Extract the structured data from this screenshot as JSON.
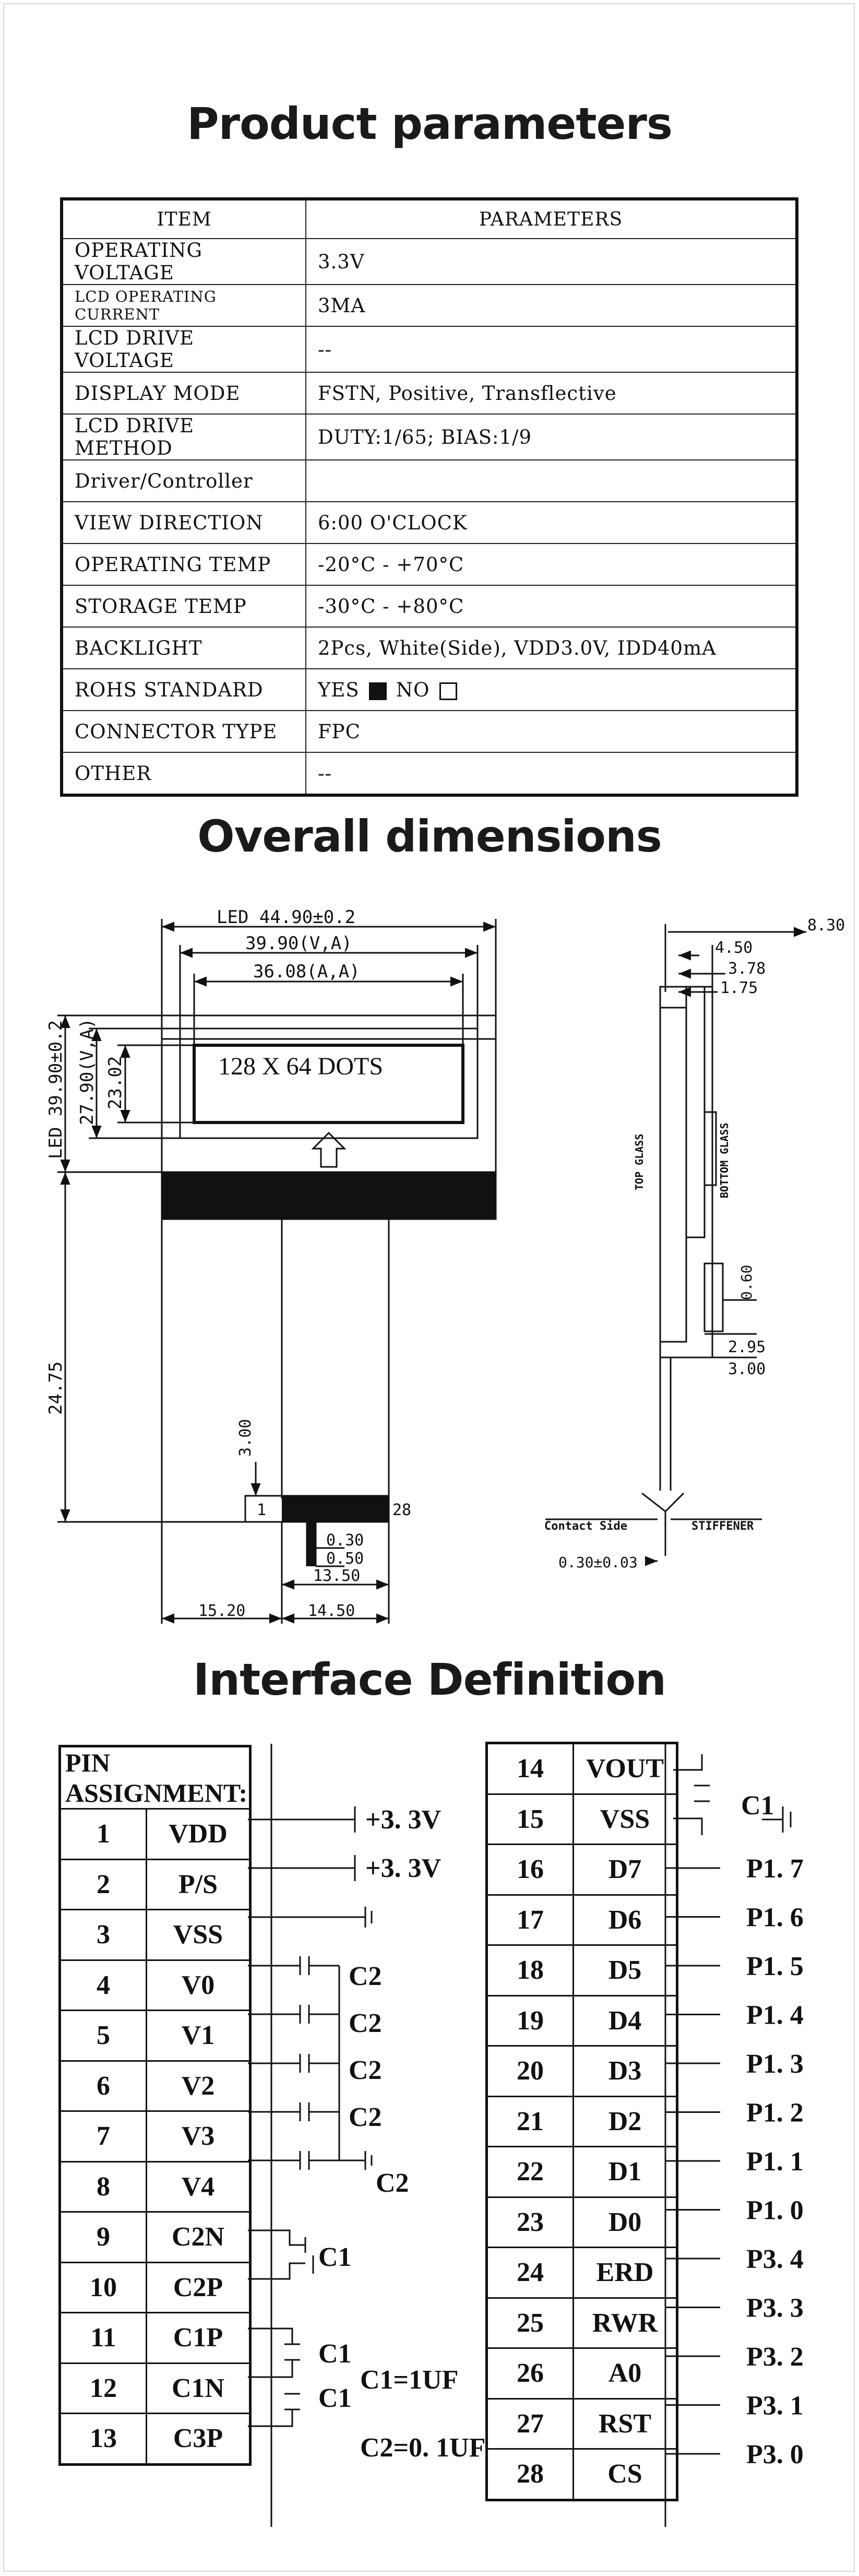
{
  "titles": {
    "params": "Product parameters",
    "dimensions": "Overall dimensions",
    "interface": "Interface Definition"
  },
  "params": {
    "header": [
      "ITEM",
      "PARAMETERS"
    ],
    "rows": [
      {
        "k": "OPERATING VOLTAGE",
        "v": "3.3V"
      },
      {
        "k": "LCD OPERATING CURRENT",
        "v": "3MA"
      },
      {
        "k": "LCD DRIVE VOLTAGE",
        "v": "--"
      },
      {
        "k": "DISPLAY MODE",
        "v": "FSTN, Positive, Transflective"
      },
      {
        "k": "LCD DRIVE METHOD",
        "v": "DUTY:1/65; BIAS:1/9"
      },
      {
        "k": "Driver/Controller",
        "v": ""
      },
      {
        "k": "VIEW DIRECTION",
        "v": "6:00 O'CLOCK"
      },
      {
        "k": "OPERATING TEMP",
        "v": "-20°C - +70°C"
      },
      {
        "k": "STORAGE TEMP",
        "v": "-30°C - +80°C"
      },
      {
        "k": "BACKLIGHT",
        "v": "2Pcs, White(Side), VDD3.0V, IDD40mA"
      },
      {
        "k": "ROHS STANDARD",
        "v": ""
      },
      {
        "k": "CONNECTOR TYPE",
        "v": "FPC"
      },
      {
        "k": "OTHER",
        "v": "--"
      }
    ],
    "rohs": {
      "yes": "YES",
      "no": "NO",
      "selected": "YES"
    }
  },
  "drawing": {
    "led_width": "LED 44.90±0.2",
    "va_width": "39.90(V,A)",
    "aa_width": "36.08(A,A)",
    "led_height": "LED 39.90±0.2",
    "va_height": "27.90(V,A)",
    "aa_height": "23.02",
    "tail": "24.75",
    "screen_text": "128 X 64 DOTS",
    "pin_first": "1",
    "pin_last": "28",
    "tail_3": "3.00",
    "pitch": "0.30",
    "pad": "0.50",
    "tail_w": "13.50",
    "left_off": "15.20",
    "fpc_w": "14.50",
    "side_830": "8.30",
    "side_450": "4.50",
    "side_378": "3.78",
    "side_175": "1.75",
    "side_060": "0.60",
    "side_295": "2.95",
    "side_300": "3.00",
    "top_glass": "TOP GLASS",
    "bottom_glass": "BOTTOM GLASS",
    "contact_side": "Contact Side",
    "stiffener": "STIFFENER",
    "thickness": "0.30±0.03"
  },
  "pins_left": {
    "header": "PIN ASSIGNMENT:",
    "rows": [
      {
        "n": "1",
        "s": "VDD"
      },
      {
        "n": "2",
        "s": "P/S"
      },
      {
        "n": "3",
        "s": "VSS"
      },
      {
        "n": "4",
        "s": "V0"
      },
      {
        "n": "5",
        "s": "V1"
      },
      {
        "n": "6",
        "s": "V2"
      },
      {
        "n": "7",
        "s": "V3"
      },
      {
        "n": "8",
        "s": "V4"
      },
      {
        "n": "9",
        "s": "C2N"
      },
      {
        "n": "10",
        "s": "C2P"
      },
      {
        "n": "11",
        "s": "C1P"
      },
      {
        "n": "12",
        "s": "C1N"
      },
      {
        "n": "13",
        "s": "C3P"
      }
    ]
  },
  "pins_right": {
    "rows": [
      {
        "n": "14",
        "s": "VOUT"
      },
      {
        "n": "15",
        "s": "VSS"
      },
      {
        "n": "16",
        "s": "D7"
      },
      {
        "n": "17",
        "s": "D6"
      },
      {
        "n": "18",
        "s": "D5"
      },
      {
        "n": "19",
        "s": "D4"
      },
      {
        "n": "20",
        "s": "D3"
      },
      {
        "n": "21",
        "s": "D2"
      },
      {
        "n": "22",
        "s": "D1"
      },
      {
        "n": "23",
        "s": "D0"
      },
      {
        "n": "24",
        "s": "ERD"
      },
      {
        "n": "25",
        "s": "RWR"
      },
      {
        "n": "26",
        "s": "A0"
      },
      {
        "n": "27",
        "s": "RST"
      },
      {
        "n": "28",
        "s": "CS"
      }
    ]
  },
  "circuit": {
    "vdd": "+3. 3V",
    "ps": "+3. 3V",
    "c2": "C2",
    "c1": "C1",
    "c1_value": "C1=1UF",
    "c2_value": "C2=0. 1UF",
    "ports": [
      "P1. 7",
      "P1. 6",
      "P1. 5",
      "P1. 4",
      "P1. 3",
      "P1. 2",
      "P1. 1",
      "P1. 0",
      "P3. 4",
      "P3. 3",
      "P3. 2",
      "P3. 1",
      "P3. 0"
    ]
  }
}
